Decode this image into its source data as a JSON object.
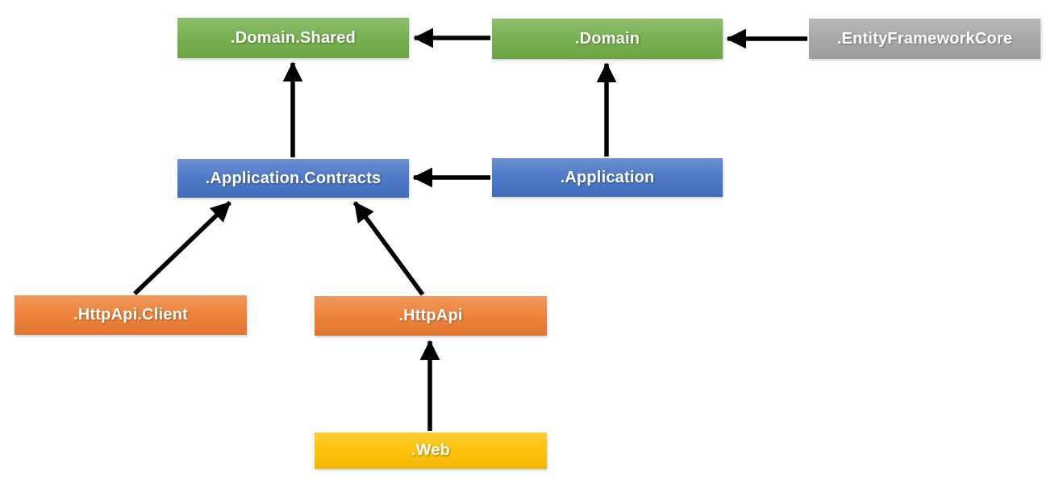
{
  "diagram": {
    "type": "dependency-diagram",
    "background": "#FFFFFF"
  },
  "arrows": {
    "color": "#000000"
  },
  "nodes": {
    "domain_shared": {
      "label": ".Domain.Shared",
      "color": "#70AD47"
    },
    "domain": {
      "label": ".Domain",
      "color": "#70AD47"
    },
    "entity_framework_core": {
      "label": ".EntityFrameworkCore",
      "color": "#A5A5A5"
    },
    "application_contracts": {
      "label": ".Application.Contracts",
      "color": "#4472C4"
    },
    "application": {
      "label": ".Application",
      "color": "#4472C4"
    },
    "httpapi_client": {
      "label": ".HttpApi.Client",
      "color": "#ED7D31"
    },
    "httpapi": {
      "label": ".HttpApi",
      "color": "#ED7D31"
    },
    "web": {
      "label": ".Web",
      "color": "#FFC000"
    }
  },
  "edges": [
    {
      "from": ".Domain",
      "to": ".Domain.Shared"
    },
    {
      "from": ".EntityFrameworkCore",
      "to": ".Domain"
    },
    {
      "from": ".Application.Contracts",
      "to": ".Domain.Shared"
    },
    {
      "from": ".Application",
      "to": ".Domain"
    },
    {
      "from": ".Application",
      "to": ".Application.Contracts"
    },
    {
      "from": ".HttpApi.Client",
      "to": ".Application.Contracts"
    },
    {
      "from": ".HttpApi",
      "to": ".Application.Contracts"
    },
    {
      "from": ".Web",
      "to": ".HttpApi"
    }
  ]
}
